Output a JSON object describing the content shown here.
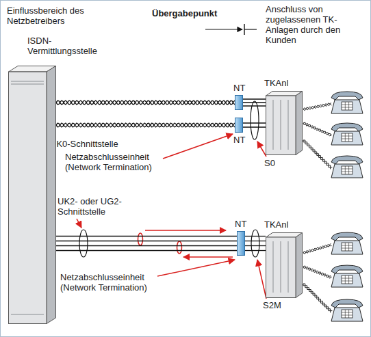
{
  "diagram": {
    "nodes": [
      {
        "text": [
          "ISDN- Vermittlungsstelle"
        ]
      },
      {
        "text": [
          "NT"
        ]
      },
      {
        "text": [
          "NT"
        ]
      },
      {
        "text": [
          "TKAnl"
        ]
      },
      {
        "text": [
          "NT"
        ]
      },
      {
        "text": [
          "TKAnl"
        ]
      }
    ],
    "edges": [
      {
        "from": 0,
        "to": 1,
        "arrow": "none"
      },
      {
        "from": 0,
        "to": 2,
        "arrow": "none"
      },
      {
        "from": 1,
        "to": 3,
        "arrow": "none"
      },
      {
        "from": 2,
        "to": 3,
        "arrow": "none"
      },
      {
        "from": 0,
        "to": 4,
        "arrow": "none"
      },
      {
        "from": 4,
        "to": 5,
        "arrow": "none"
      }
    ],
    "labels": [
      "Einflussbereich des Netzbetreibers",
      "Übergabepunkt",
      "Anschluss von zugelassenen TK-Anlagen durch den Kunden",
      "UK0-Schnittstelle",
      "Netzabschlusseinheit (Network Termination)",
      "S0",
      "UK2- oder UG2- Schnittstelle",
      "Netzabschlusseinheit (Network Termination)",
      "S2M"
    ]
  }
}
